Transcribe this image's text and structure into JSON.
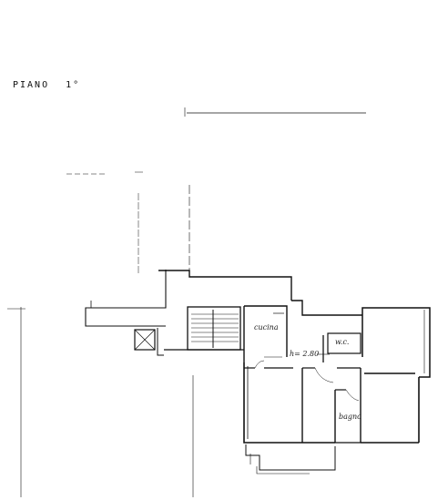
{
  "plan": {
    "title": "PIANO",
    "level": "1°",
    "rooms": {
      "kitchen": "cucina",
      "wc": "w.c.",
      "bath": "bagno",
      "height_note": "h= 2.80"
    }
  }
}
